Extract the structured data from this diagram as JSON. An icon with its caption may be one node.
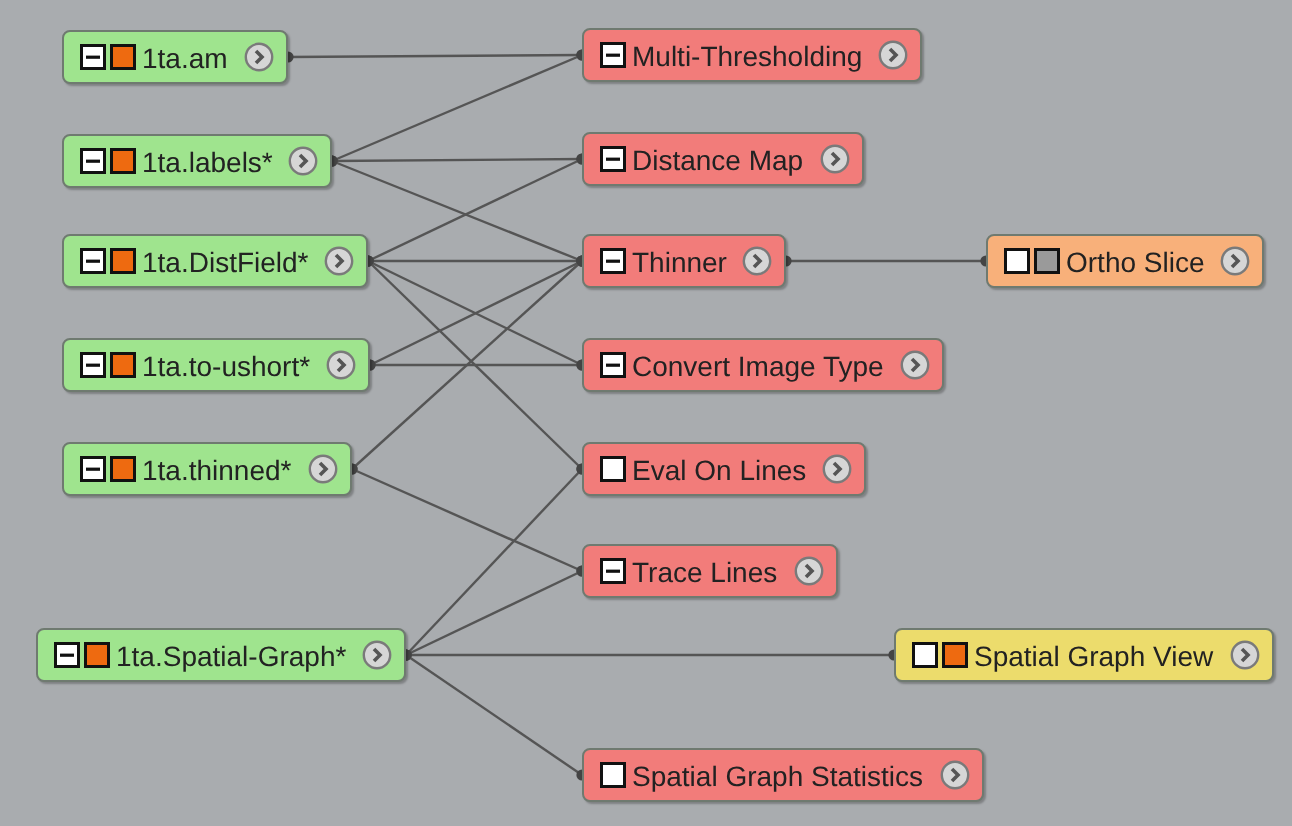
{
  "diagram": {
    "nodes": [
      {
        "text": [
          "1ta.am"
        ]
      },
      {
        "text": [
          "1ta.labels*"
        ]
      },
      {
        "text": [
          "1ta.DistField*"
        ]
      },
      {
        "text": [
          "1ta.to-ushort*"
        ]
      },
      {
        "text": [
          "1ta.thinned*"
        ]
      },
      {
        "text": [
          "1ta.Spatial-Graph*"
        ]
      },
      {
        "text": [
          "Multi-Thresholding"
        ]
      },
      {
        "text": [
          "Distance Map"
        ]
      },
      {
        "text": [
          "Thinner"
        ]
      },
      {
        "text": [
          "Convert Image Type"
        ]
      },
      {
        "text": [
          "Eval On Lines"
        ]
      },
      {
        "text": [
          "Trace Lines"
        ]
      },
      {
        "text": [
          "Ortho Slice"
        ]
      },
      {
        "text": [
          "Spatial Graph View"
        ]
      },
      {
        "text": [
          "Spatial Graph Statistics"
        ]
      }
    ],
    "edges": [
      {
        "from": 0,
        "to": 6,
        "arrow": "other"
      },
      {
        "from": 1,
        "to": 6,
        "arrow": "other"
      },
      {
        "from": 1,
        "to": 7,
        "arrow": "other"
      },
      {
        "from": 1,
        "to": 8,
        "arrow": "other"
      },
      {
        "from": 2,
        "to": 7,
        "arrow": "other"
      },
      {
        "from": 2,
        "to": 8,
        "arrow": "other"
      },
      {
        "from": 2,
        "to": 9,
        "arrow": "other"
      },
      {
        "from": 2,
        "to": 10,
        "arrow": "other"
      },
      {
        "from": 3,
        "to": 8,
        "arrow": "other"
      },
      {
        "from": 3,
        "to": 9,
        "arrow": "other"
      },
      {
        "from": 4,
        "to": 8,
        "arrow": "other"
      },
      {
        "from": 4,
        "to": 11,
        "arrow": "other"
      },
      {
        "from": 5,
        "to": 10,
        "arrow": "other"
      },
      {
        "from": 5,
        "to": 11,
        "arrow": "other"
      },
      {
        "from": 5,
        "to": 13,
        "arrow": "other"
      },
      {
        "from": 5,
        "to": 14,
        "arrow": "other"
      },
      {
        "from": 8,
        "to": 12,
        "arrow": "other"
      }
    ]
  }
}
